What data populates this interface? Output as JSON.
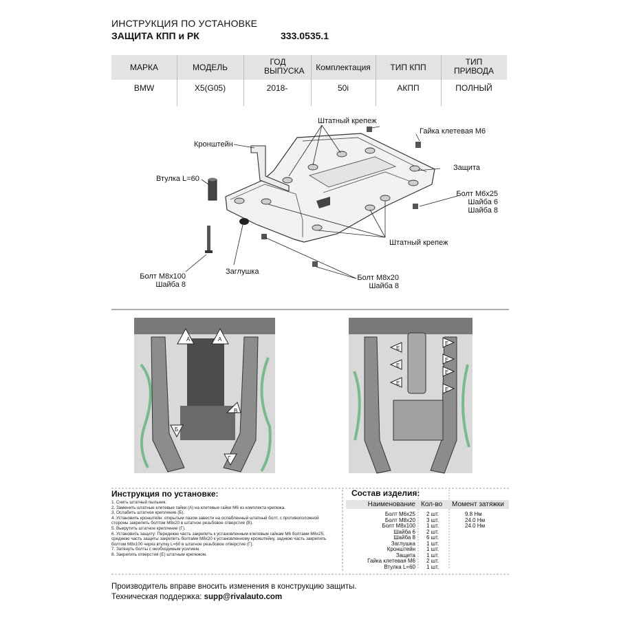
{
  "header": {
    "title_line1": "ИНСТРУКЦИЯ ПО УСТАНОВКЕ",
    "title_line2": "ЗАЩИТА КПП и РК",
    "part_number": "333.0535.1"
  },
  "spec_table": {
    "headers": [
      "МАРКА",
      "МОДЕЛЬ",
      "ГОД ВЫПУСКА",
      "Комплектация",
      "ТИП КПП",
      "ТИП ПРИВОДА"
    ],
    "values": [
      "BMW",
      "X5(G05)",
      "2018-",
      "50i",
      "АКПП",
      "ПОЛНЫЙ"
    ]
  },
  "diagram_labels": {
    "standard_fastener_top": "Штатный крепеж",
    "cage_nut": "Гайка клетевая М6",
    "bracket": "Кронштейн",
    "guard": "Защита",
    "bushing": "Втулка L=60",
    "bolt_m6": [
      "Болт М6х25",
      "Шайба 6",
      "Шайба 8"
    ],
    "standard_fastener_bottom": "Штатный крепеж",
    "plug": "Заглушка",
    "bolt_m8x100": [
      "Болт М8х100",
      "Шайба 8"
    ],
    "bolt_m8x20": [
      "Болт М8х20",
      "Шайба 8"
    ]
  },
  "photo_markers": {
    "left": [
      "A",
      "A",
      "B",
      "Б",
      "Г"
    ],
    "right": [
      "E",
      "E",
      "E",
      "E",
      "E",
      "E",
      "E"
    ]
  },
  "instructions": {
    "title": "Инструкция по установке:",
    "steps": [
      "1. Снять штатный пыльник.",
      "2. Заменить штатные клетевые гайки (А) на клетевые гайки М6 из комплекта крепежа.",
      "3. Ослабить штатное крепление (Б).",
      "4. Установить кронштейн: открытым пазом завести на ослабленный штатный болт, с противоположной",
      "стороны закрепить болтом М8х20 в штатное резьбовое отверстие (В).",
      "5. Выкрутить штатное крепление (Г).",
      "6. Установить защиту: Переднюю часть закрепить к установленным клетевым гайкам М6 болтами М6х25,",
      "среднюю часть защиты закрепить болтами М8х20 к установленному кронштейну, заднюю часть закрепить",
      "болтом М8х100 через втулку L=60 в штатное резьбовое отверстие (Г).",
      "7. Затянуть болты с необходимым усилием.",
      "8. Закрепить отверстия (Е) штатным крепежом."
    ]
  },
  "parts": {
    "title": "Состав изделия:",
    "headers": [
      "Наименование",
      "Кол-во",
      "Момент затяжки"
    ],
    "rows": [
      {
        "name": "Болт М6х25",
        "qty": "2 шт.",
        "torque": "9.8 Нм"
      },
      {
        "name": "Болт М8х20",
        "qty": "3 шт.",
        "torque": "24.0 Нм"
      },
      {
        "name": "Болт М8х100",
        "qty": "1 шт.",
        "torque": "24.0 Нм"
      },
      {
        "name": "Шайба 6",
        "qty": "2 шт.",
        "torque": ""
      },
      {
        "name": "Шайба 8",
        "qty": "6 шт.",
        "torque": ""
      },
      {
        "name": "Заглушка",
        "qty": "1 шт.",
        "torque": ""
      },
      {
        "name": "Кронштейн",
        "qty": "1 шт.",
        "torque": ""
      },
      {
        "name": "Защита",
        "qty": "1 шт.",
        "torque": ""
      },
      {
        "name": "Гайка клетевая М6",
        "qty": "2 шт.",
        "torque": ""
      },
      {
        "name": "Втулка L=60",
        "qty": "1 шт.",
        "torque": ""
      }
    ]
  },
  "footer": {
    "notice": "Производитель вправе вносить изменения в конструкцию защиты.",
    "support_label": "Техническая поддержка:",
    "support_email": "supp@rivalauto.com"
  }
}
